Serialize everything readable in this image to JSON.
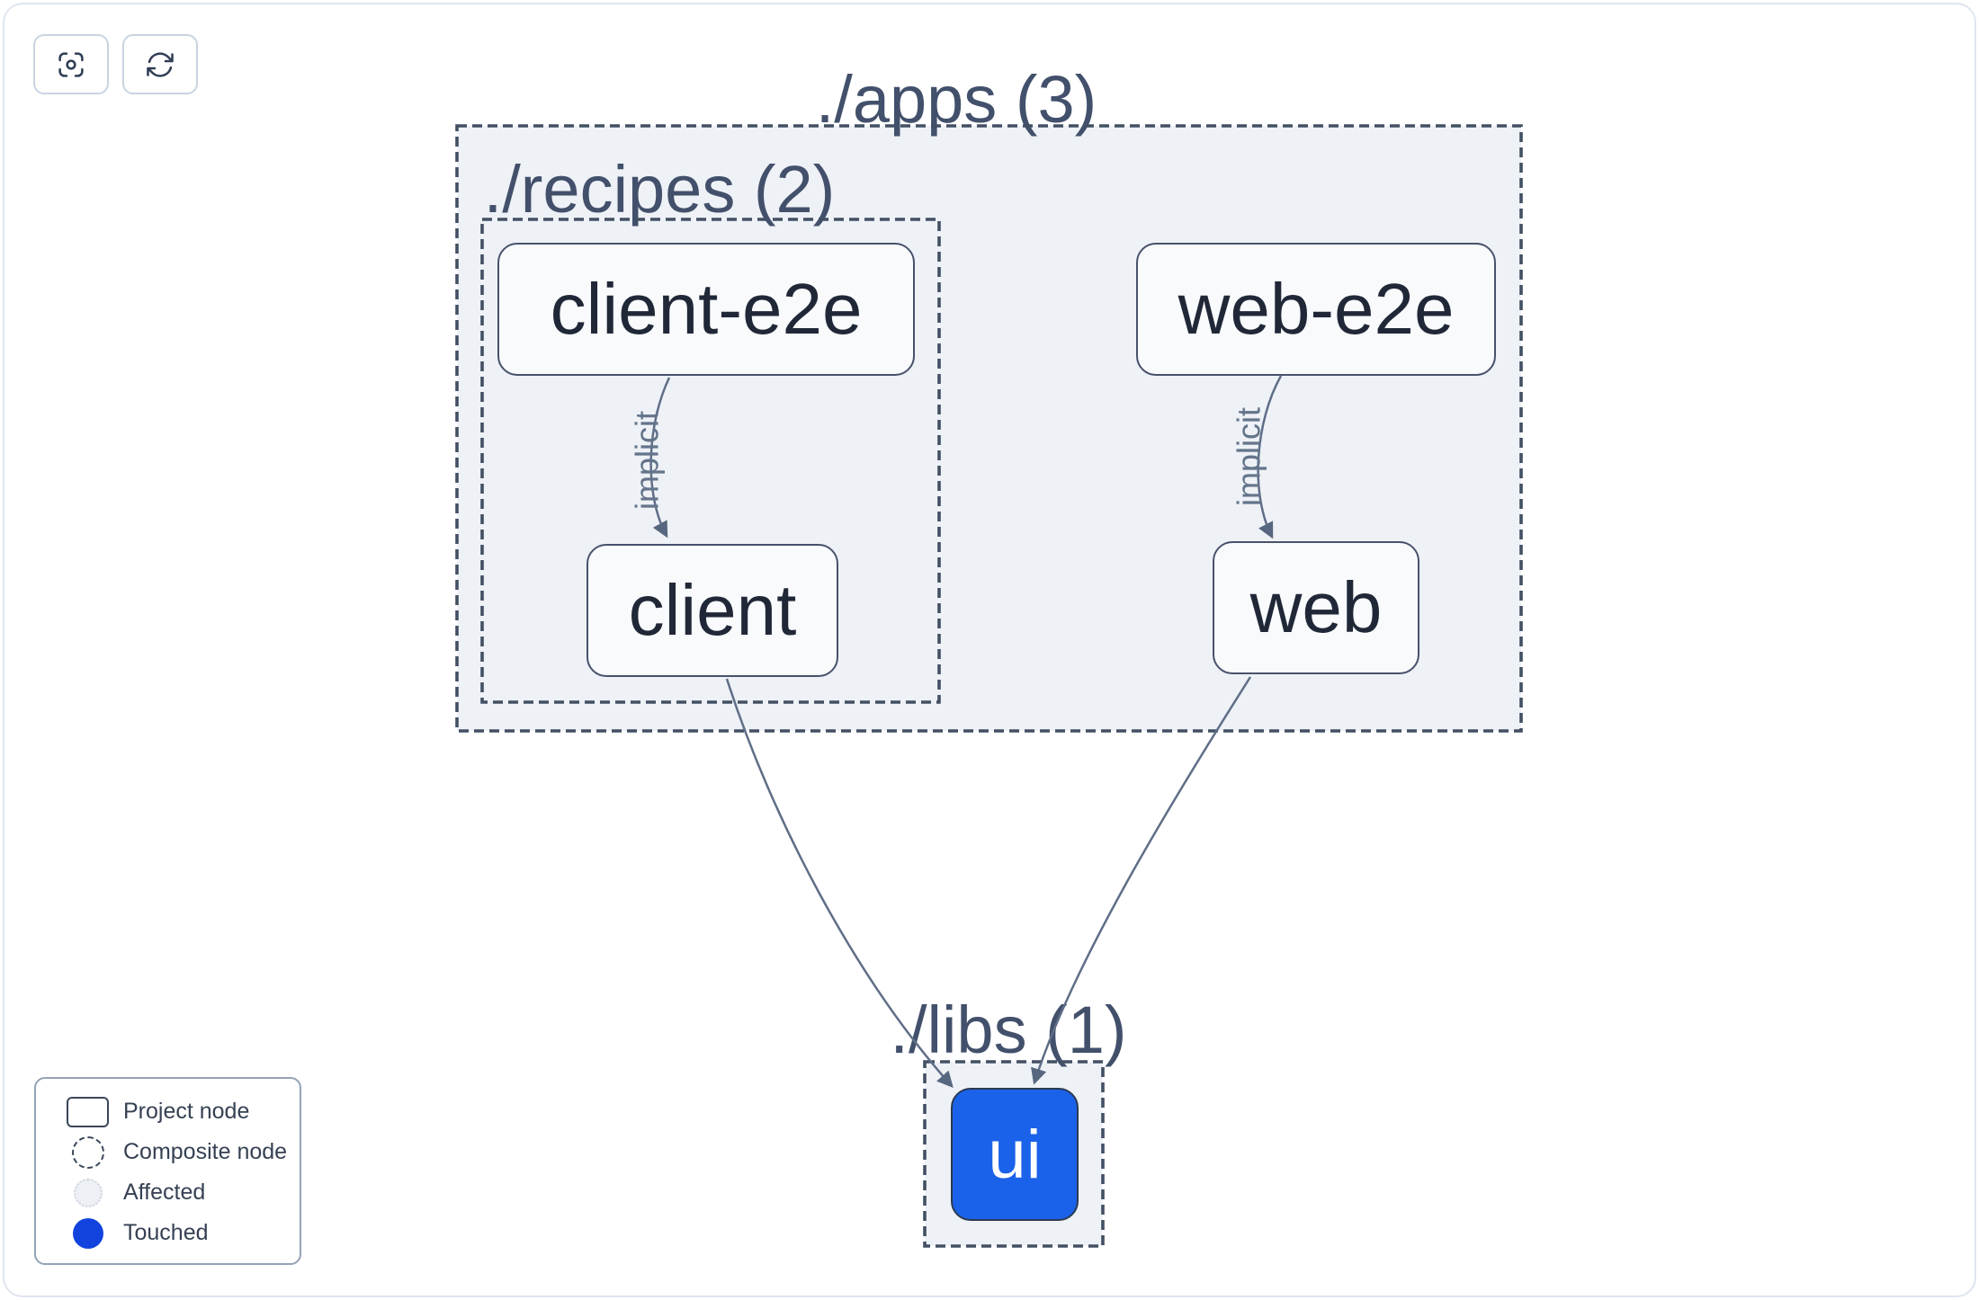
{
  "toolbar": {
    "buttons": [
      {
        "icon": "crosshair-icon",
        "action": "center-graph"
      },
      {
        "icon": "refresh-icon",
        "action": "refresh-graph"
      }
    ]
  },
  "graph": {
    "groups": [
      {
        "id": "apps",
        "label": "./apps (3)"
      },
      {
        "id": "recipes",
        "label": "./recipes (2)"
      },
      {
        "id": "libs",
        "label": "./libs (1)"
      }
    ],
    "nodes": [
      {
        "id": "client-e2e",
        "label": "client-e2e",
        "state": "default"
      },
      {
        "id": "web-e2e",
        "label": "web-e2e",
        "state": "default"
      },
      {
        "id": "client",
        "label": "client",
        "state": "default"
      },
      {
        "id": "web",
        "label": "web",
        "state": "default"
      },
      {
        "id": "ui",
        "label": "ui",
        "state": "touched"
      }
    ],
    "edges": [
      {
        "from": "client-e2e",
        "to": "client",
        "label": "implicit"
      },
      {
        "from": "web-e2e",
        "to": "web",
        "label": "implicit"
      },
      {
        "from": "client",
        "to": "ui",
        "label": ""
      },
      {
        "from": "web",
        "to": "ui",
        "label": ""
      }
    ]
  },
  "legend": {
    "items": [
      {
        "swatch": "project-node",
        "label": "Project node"
      },
      {
        "swatch": "composite-node",
        "label": "Composite node"
      },
      {
        "swatch": "affected",
        "label": "Affected"
      },
      {
        "swatch": "touched",
        "label": "Touched"
      }
    ]
  },
  "colors": {
    "touched_node_fill": "#1b62ea",
    "touched_legend_dot": "#1243de",
    "group_fill": "#eef1f6",
    "dashed_border": "#435064",
    "node_border": "#47526b",
    "node_fill": "#f9fafc",
    "node_text": "#202838",
    "edge": "#5f6e87",
    "group_label_text": "#42506b"
  }
}
